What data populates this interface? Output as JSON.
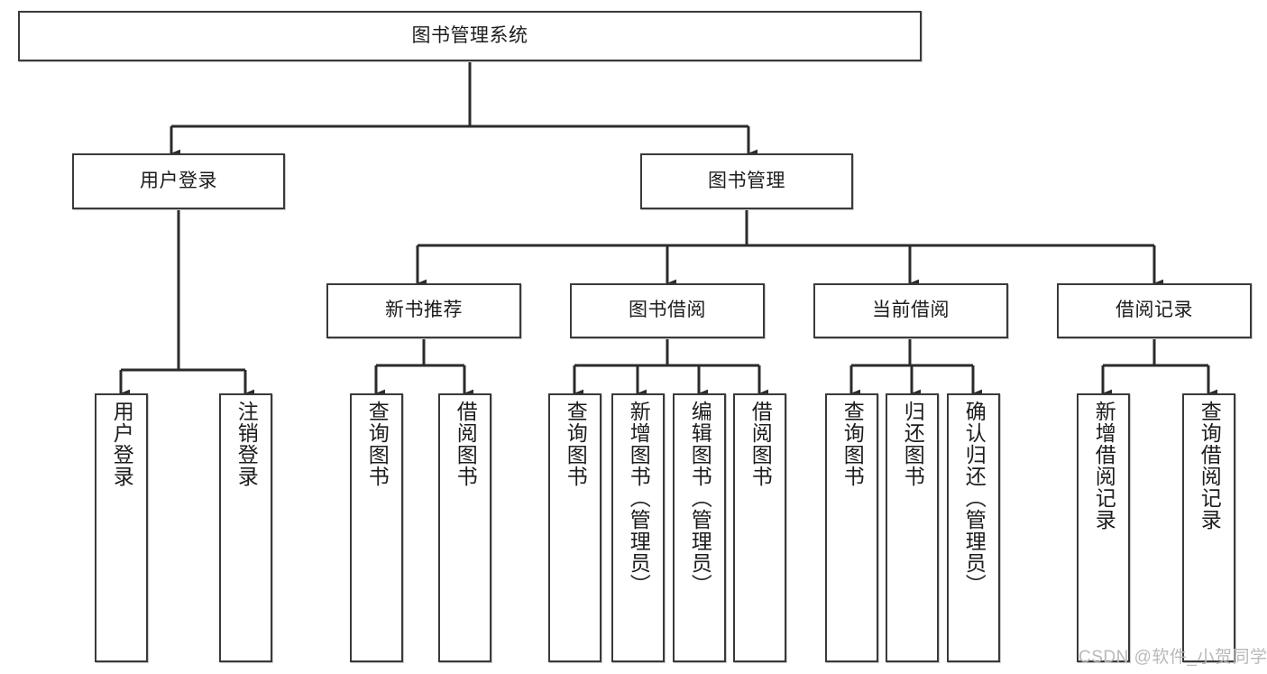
{
  "diagram": {
    "type": "tree-hierarchy",
    "title": "图书管理系统",
    "watermark": "CSDN @软件_小贺同学",
    "colors": {
      "box_border": "#3a3a3a",
      "box_fill": "#ffffff",
      "connector": "#2b2b2b",
      "text": "#1c1c1c",
      "watermark": "#b9b9b9"
    },
    "levels": {
      "root": {
        "label": "图书管理系统"
      },
      "level2": [
        {
          "id": "user-login",
          "label": "用户登录"
        },
        {
          "id": "book-management",
          "label": "图书管理"
        }
      ],
      "level3": [
        {
          "id": "new-book-recommend",
          "label": "新书推荐",
          "parent": "book-management"
        },
        {
          "id": "book-borrow",
          "label": "图书借阅",
          "parent": "book-management"
        },
        {
          "id": "current-borrow",
          "label": "当前借阅",
          "parent": "book-management"
        },
        {
          "id": "borrow-record",
          "label": "借阅记录",
          "parent": "book-management"
        }
      ],
      "leaves": [
        {
          "id": "leaf-user-login",
          "label": "用户登录",
          "parent": "user-login"
        },
        {
          "id": "leaf-logout-login",
          "label": "注销登录",
          "parent": "user-login"
        },
        {
          "id": "leaf-query-book-1",
          "label": "查询图书",
          "parent": "new-book-recommend"
        },
        {
          "id": "leaf-borrow-book-1",
          "label": "借阅图书",
          "parent": "new-book-recommend"
        },
        {
          "id": "leaf-query-book-2",
          "label": "查询图书",
          "parent": "book-borrow"
        },
        {
          "id": "leaf-add-book",
          "label": "新增图书（管理员）",
          "parent": "book-borrow"
        },
        {
          "id": "leaf-edit-book",
          "label": "编辑图书（管理员）",
          "parent": "book-borrow"
        },
        {
          "id": "leaf-borrow-book-2",
          "label": "借阅图书",
          "parent": "book-borrow"
        },
        {
          "id": "leaf-query-book-3",
          "label": "查询图书",
          "parent": "current-borrow"
        },
        {
          "id": "leaf-return-book",
          "label": "归还图书",
          "parent": "current-borrow"
        },
        {
          "id": "leaf-confirm-return",
          "label": "确认归还（管理员）",
          "parent": "current-borrow"
        },
        {
          "id": "leaf-add-record",
          "label": "新增借阅记录",
          "parent": "borrow-record"
        },
        {
          "id": "leaf-query-record",
          "label": "查询借阅记录",
          "parent": "borrow-record"
        }
      ]
    }
  }
}
